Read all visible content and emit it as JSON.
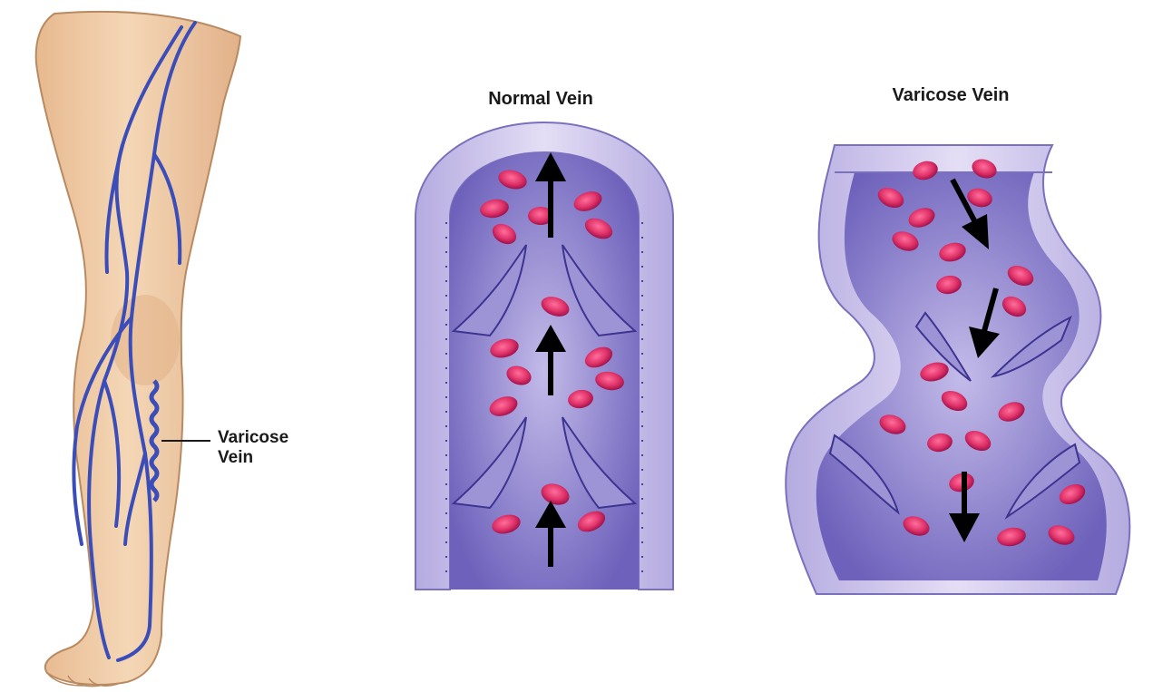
{
  "labels": {
    "normal_vein": "Normal Vein",
    "varicose_vein": "Varicose Vein",
    "leg_callout_line1": "Varicose",
    "leg_callout_line2": "Vein"
  },
  "colors": {
    "skin": "#f1cfa8",
    "skin_shadow": "#d9a87e",
    "vein_line": "#3b4db8",
    "vessel_wall": "#c9c1e6",
    "vessel_wall_dark": "#8f86c8",
    "vessel_lumen": "#7b70c4",
    "vessel_lumen_light": "#b7aee0",
    "blood_cell": "#e0336a",
    "blood_cell_dark": "#a0124a",
    "arrow": "#000000"
  },
  "diagram": {
    "panels": [
      "leg",
      "normal_vein",
      "varicose_vein"
    ],
    "normal_flow_direction": "up",
    "varicose_flow_direction": "down"
  }
}
